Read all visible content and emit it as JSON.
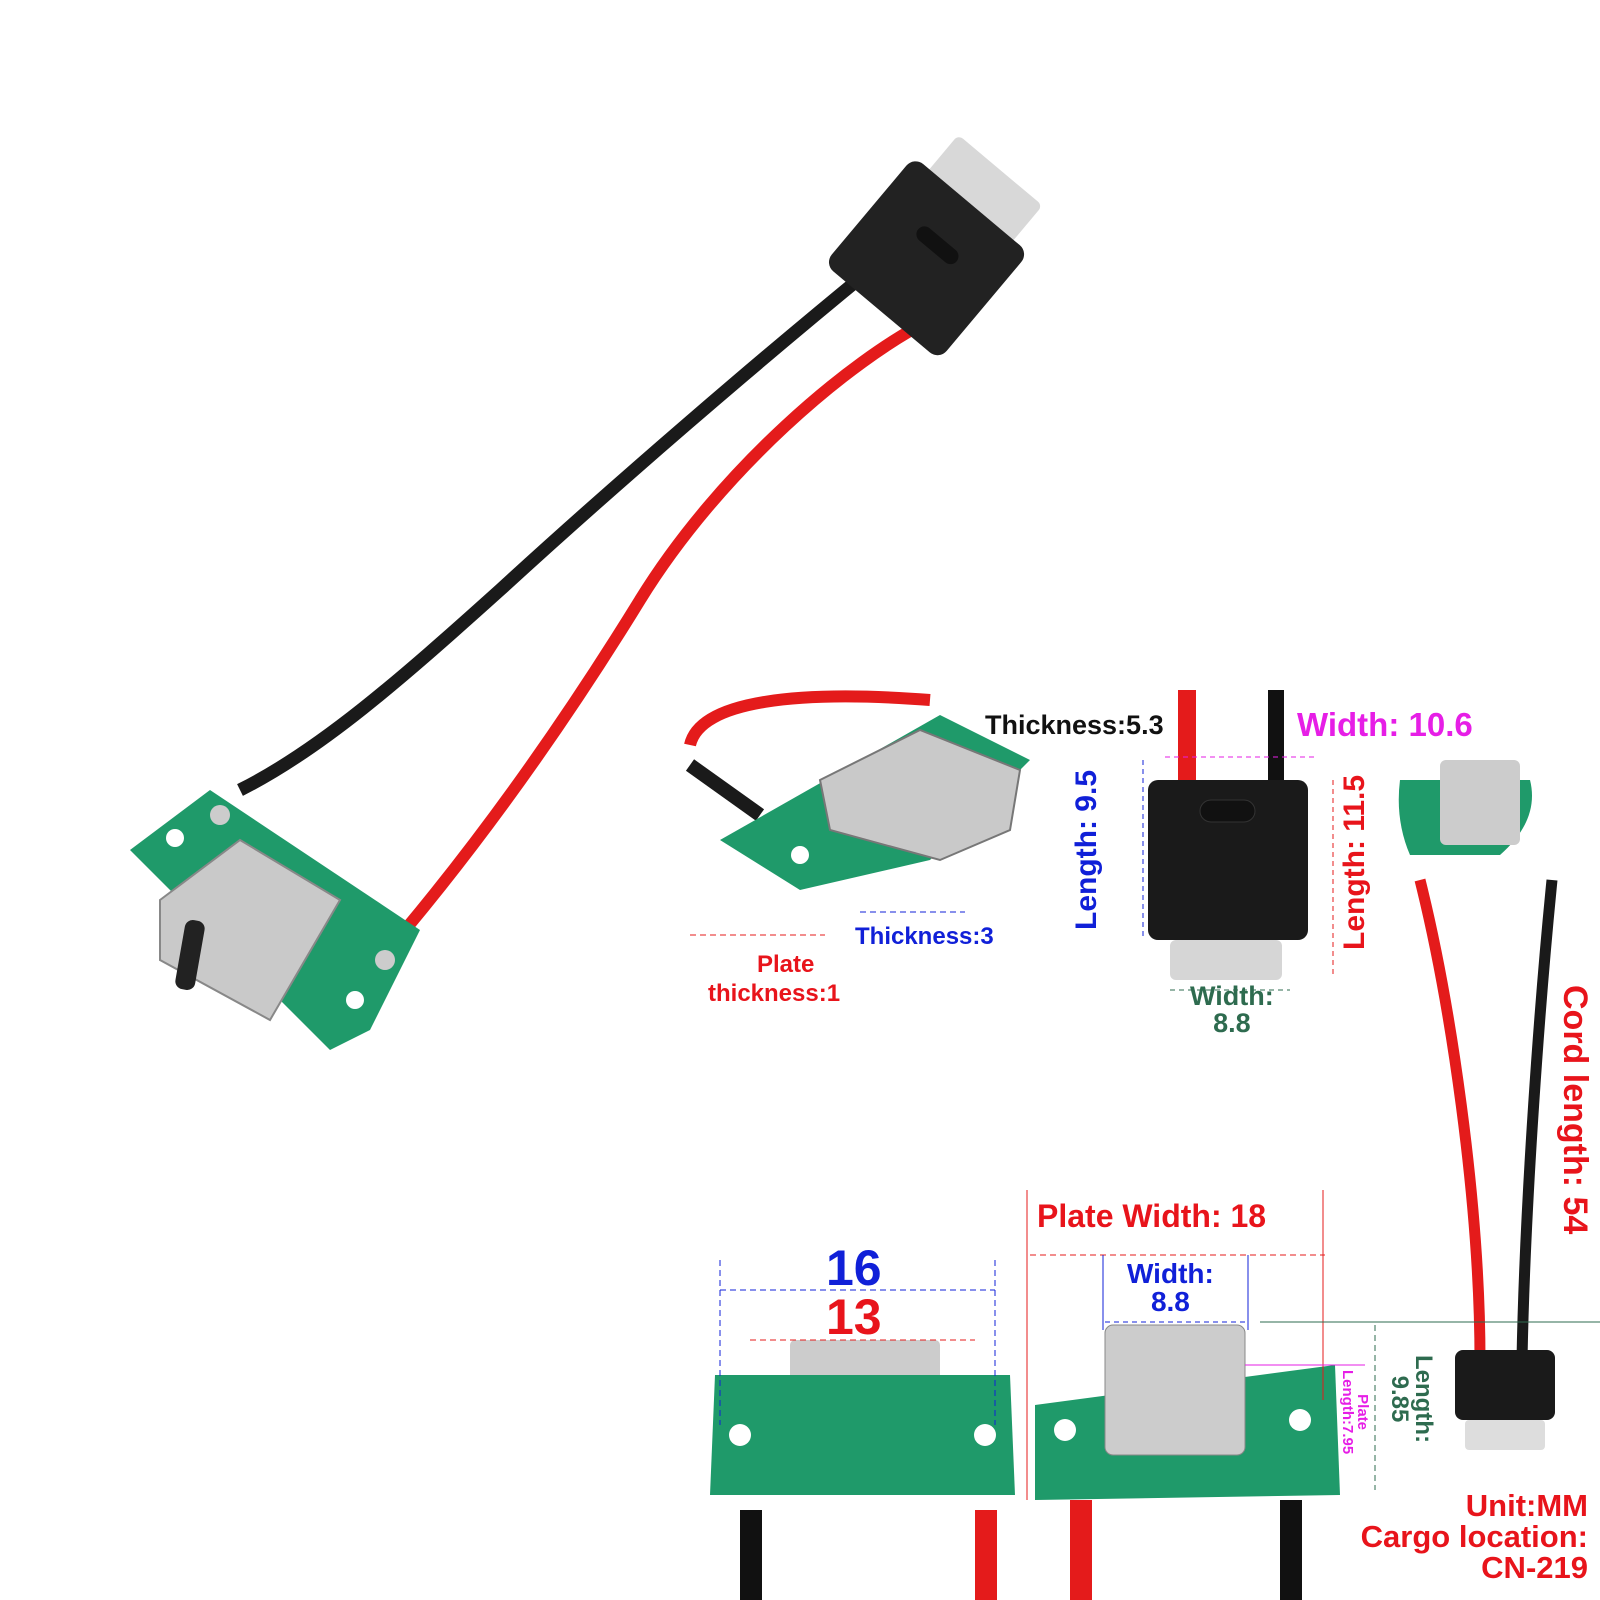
{
  "annotations": {
    "thickness_53": "Thickness:5.3",
    "width_106": "Width: 10.6",
    "length_label": "Length:",
    "length_95": "9.5",
    "length_115": "11.5",
    "thickness_3": "Thickness:3",
    "plate_thickness_1": "Plate",
    "plate_thickness_2": "thickness:1",
    "width_88_label": "Width:",
    "width_88": "8.8",
    "cord_length": "Cord length: 54",
    "dim_16": "16",
    "dim_13": "13",
    "plate_width": "Plate Width: 18",
    "inner_width_label": "Width:",
    "inner_width": "8.8",
    "length_985_label": "Length:",
    "length_985": "9.85",
    "plate_length_1": "Plate",
    "plate_length_2": "Length:7.95",
    "unit": "Unit:MM",
    "cargo_label": "Cargo location:",
    "cargo_value": "CN-219"
  },
  "colors": {
    "red": "#e8141b",
    "blue": "#1020d8",
    "magenta": "#e61ee6",
    "green": "#2e6b4f",
    "pcb": "#1f9a6a"
  }
}
